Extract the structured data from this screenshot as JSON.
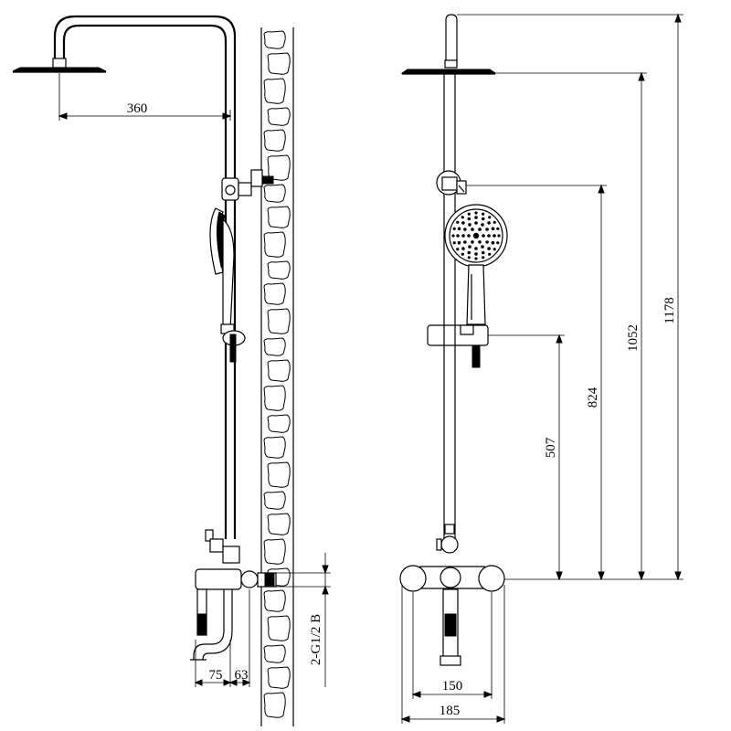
{
  "side_view": {
    "dim_arm_reach": "360",
    "dim_spout_a": "75",
    "dim_spout_b": "63",
    "dim_connection": "2-G1/2 B"
  },
  "front_view": {
    "dim_total_height": "1178",
    "dim_head_height": "1052",
    "dim_bracket_height": "824",
    "dim_holder_height": "507",
    "dim_inlet_centers": "150",
    "dim_overall_width": "185"
  }
}
